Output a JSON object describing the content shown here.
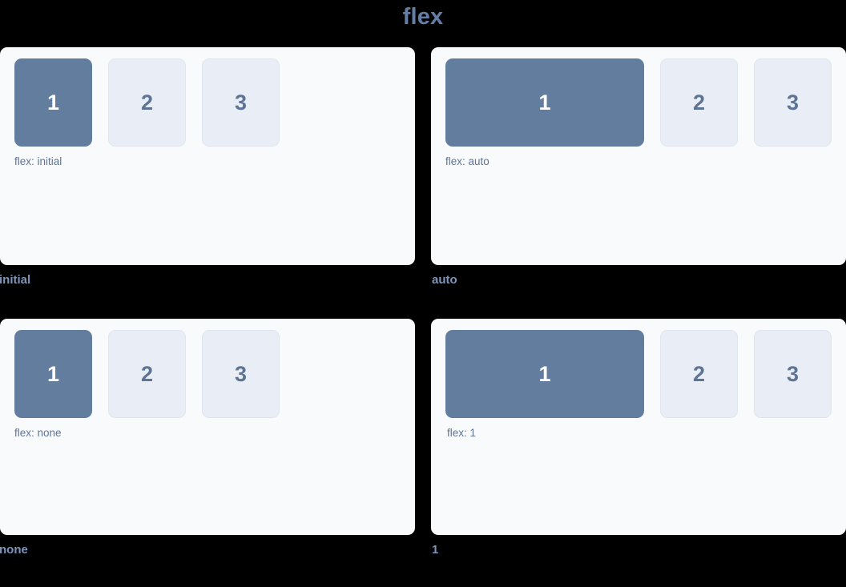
{
  "title": "flex",
  "colors": {
    "background": "#000000",
    "panel": "#f9fafc",
    "title": "#647ea6",
    "label": "#7d95bb",
    "caption": "#5e7494",
    "box_primary": "#627d9e",
    "box_primary_text": "#ffffff",
    "box_ghost": "#e9edf5",
    "box_ghost_border": "#dfe5f0",
    "box_ghost_text": "#5e7494"
  },
  "demos": [
    {
      "label": "initial",
      "caption": "flex: initial",
      "boxes": [
        {
          "text": "1",
          "style": "primary",
          "grow": false
        },
        {
          "text": "2",
          "style": "ghost",
          "grow": false
        },
        {
          "text": "3",
          "style": "ghost",
          "grow": false
        }
      ]
    },
    {
      "label": "auto",
      "caption": "flex: auto",
      "boxes": [
        {
          "text": "1",
          "style": "primary",
          "grow": true
        },
        {
          "text": "2",
          "style": "ghost",
          "grow": false
        },
        {
          "text": "3",
          "style": "ghost",
          "grow": false
        }
      ]
    },
    {
      "label": "none",
      "caption": "flex: none",
      "boxes": [
        {
          "text": "1",
          "style": "primary",
          "grow": false
        },
        {
          "text": "2",
          "style": "ghost",
          "grow": false
        },
        {
          "text": "3",
          "style": "ghost",
          "grow": false
        }
      ]
    },
    {
      "label": "1",
      "caption": "flex: 1",
      "boxes": [
        {
          "text": "1",
          "style": "primary",
          "grow": true
        },
        {
          "text": "2",
          "style": "ghost",
          "grow": false
        },
        {
          "text": "3",
          "style": "ghost",
          "grow": false
        }
      ]
    }
  ]
}
